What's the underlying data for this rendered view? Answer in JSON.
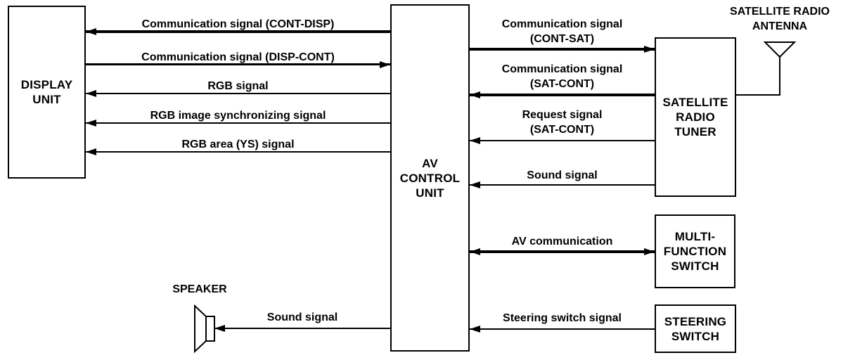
{
  "canvas": {
    "background": "#ffffff",
    "line_color": "#000000",
    "text_color": "#000000"
  },
  "nodes": {
    "display_unit": {
      "label": "DISPLAY\nUNIT"
    },
    "av_control_unit": {
      "label": "AV\nCONTROL\nUNIT"
    },
    "satellite_radio_tuner": {
      "label": "SATELLITE\nRADIO\nTUNER"
    },
    "multi_function_switch": {
      "label": "MULTI-\nFUNCTION\nSWITCH"
    },
    "steering_switch": {
      "label": "STEERING\nSWITCH"
    },
    "speaker": {
      "label": "SPEAKER"
    },
    "satellite_radio_antenna": {
      "label": "SATELLITE RADIO\nANTENNA"
    }
  },
  "connections": [
    {
      "label": "Communication signal (CONT-DISP)",
      "from": "AV CONTROL UNIT",
      "to": "DISPLAY UNIT",
      "arrow": "left",
      "weight": "thick"
    },
    {
      "label": "Communication signal (DISP-CONT)",
      "from": "DISPLAY UNIT",
      "to": "AV CONTROL UNIT",
      "arrow": "right",
      "weight": "medium"
    },
    {
      "label": "RGB signal",
      "from": "AV CONTROL UNIT",
      "to": "DISPLAY UNIT",
      "arrow": "left",
      "weight": "thin"
    },
    {
      "label": "RGB image synchronizing signal",
      "from": "AV CONTROL UNIT",
      "to": "DISPLAY UNIT",
      "arrow": "left",
      "weight": "thin"
    },
    {
      "label": "RGB area (YS) signal",
      "from": "AV CONTROL UNIT",
      "to": "DISPLAY UNIT",
      "arrow": "left",
      "weight": "thin"
    },
    {
      "label": "Communication signal\n(CONT-SAT)",
      "from": "AV CONTROL UNIT",
      "to": "SATELLITE RADIO TUNER",
      "arrow": "right",
      "weight": "thick"
    },
    {
      "label": "Communication signal\n(SAT-CONT)",
      "from": "SATELLITE RADIO TUNER",
      "to": "AV CONTROL UNIT",
      "arrow": "left",
      "weight": "thick"
    },
    {
      "label": "Request signal\n(SAT-CONT)",
      "from": "SATELLITE RADIO TUNER",
      "to": "AV CONTROL UNIT",
      "arrow": "left",
      "weight": "thin"
    },
    {
      "label": "Sound signal",
      "from": "SATELLITE RADIO TUNER",
      "to": "AV CONTROL UNIT",
      "arrow": "left",
      "weight": "thin"
    },
    {
      "label": "AV communication",
      "from": "AV CONTROL UNIT",
      "to": "MULTI-FUNCTION SWITCH",
      "arrow": "both",
      "weight": "thick"
    },
    {
      "label": "Steering switch signal",
      "from": "STEERING SWITCH",
      "to": "AV CONTROL UNIT",
      "arrow": "left",
      "weight": "thin"
    },
    {
      "label": "Sound signal",
      "from": "AV CONTROL UNIT",
      "to": "SPEAKER",
      "arrow": "left",
      "weight": "thin"
    }
  ]
}
